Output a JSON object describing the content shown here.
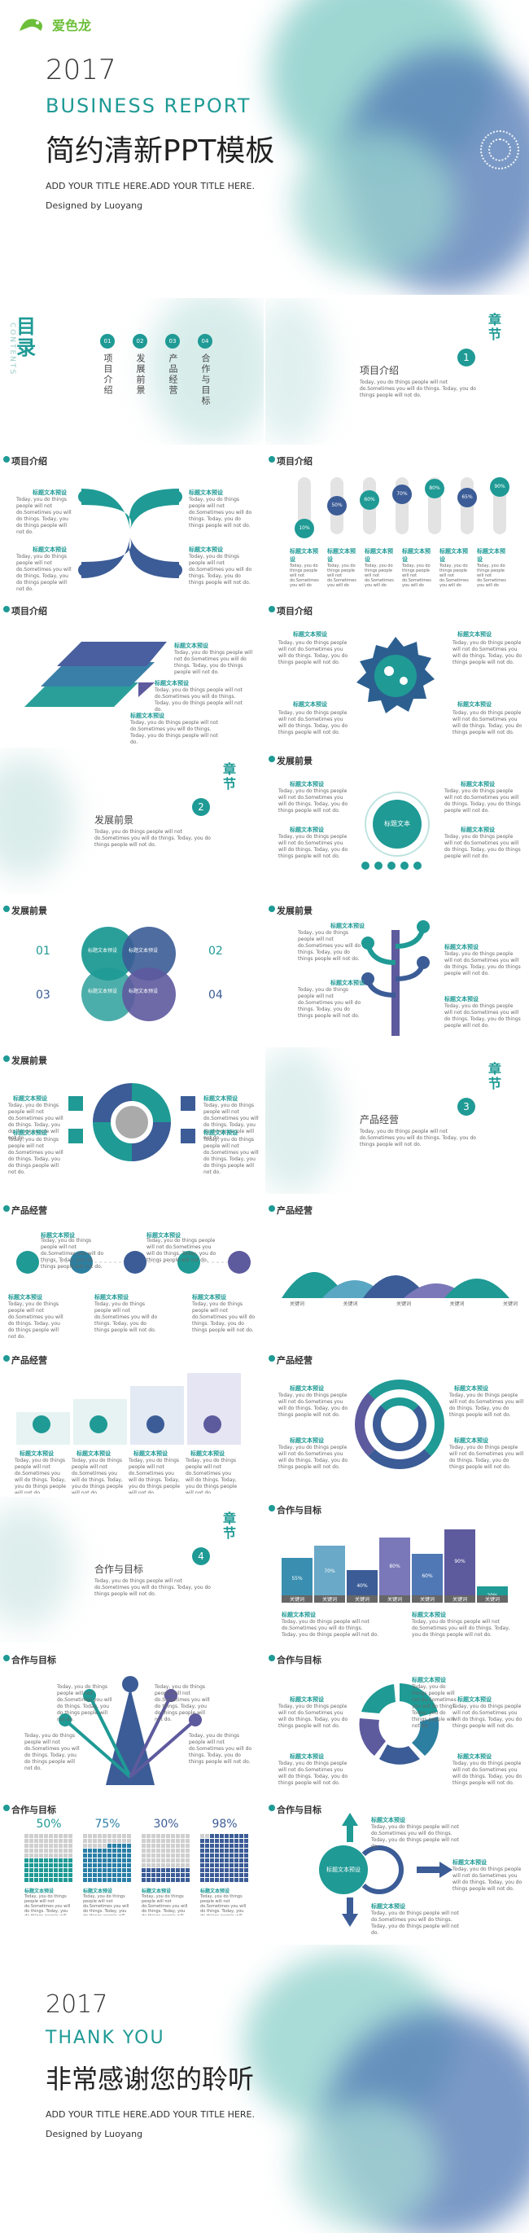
{
  "cover": {
    "logo": "爱色龙",
    "year": "2017",
    "title_en": "BUSINESS REPORT",
    "title_cn": "简约清新PPT模板",
    "subtitle": "ADD YOUR TITLE HERE.ADD YOUR TITLE HERE.",
    "author": "Designed by Luoyang"
  },
  "toc": {
    "title": "目录",
    "title_en": "CONTENTS",
    "items": [
      {
        "num": "01",
        "label": "项目介绍"
      },
      {
        "num": "02",
        "label": "发展前景"
      },
      {
        "num": "03",
        "label": "产品经营"
      },
      {
        "num": "04",
        "label": "合作与目标"
      }
    ]
  },
  "chapter_label": "章节",
  "chapters": [
    {
      "num": "1",
      "title": "项目介绍"
    },
    {
      "num": "2",
      "title": "发展前景"
    },
    {
      "num": "3",
      "title": "产品经营"
    },
    {
      "num": "4",
      "title": "合作与目标"
    }
  ],
  "body_text": "Today, you do things people will not do.Sometimes you will do things. Today, you do things people will not do.",
  "label_text": "标题文本预设",
  "sections": {
    "s1": "项目介绍",
    "s2": "发展前景",
    "s3": "产品经营",
    "s4": "合作与目标"
  },
  "percent_bars": [
    {
      "label": "标题文本",
      "value": 10
    },
    {
      "label": "标题文本",
      "value": 50
    },
    {
      "label": "标题文本",
      "value": 60
    },
    {
      "label": "标题文本",
      "value": 70
    },
    {
      "label": "标题文本",
      "value": 80
    },
    {
      "label": "标题文本",
      "value": 65
    },
    {
      "label": "标题文本",
      "value": 90
    }
  ],
  "percent_labels": [
    "10%",
    "50%",
    "60%",
    "70%",
    "80%",
    "65%",
    "90%"
  ],
  "dev_nums": [
    "01",
    "02",
    "03",
    "04"
  ],
  "key_label": "关键词",
  "merit_label": "标题文本",
  "coop_bars": [
    {
      "value": 55,
      "label": "关键词"
    },
    {
      "value": 70,
      "label": "关键词"
    },
    {
      "value": 40,
      "label": "关键词"
    },
    {
      "value": 80,
      "label": "关键词"
    },
    {
      "value": 60,
      "label": "关键词"
    },
    {
      "value": 90,
      "label": "关键词"
    },
    {
      "value": 20,
      "label": "关键词"
    }
  ],
  "coop_bar_labels": [
    "55%",
    "70%",
    "40%",
    "80%",
    "60%",
    "90%",
    "20%"
  ],
  "waffle": [
    {
      "label": "50%",
      "value": 50
    },
    {
      "label": "75%",
      "value": 75
    },
    {
      "label": "30%",
      "value": 30
    },
    {
      "label": "98%",
      "value": 98
    }
  ],
  "end": {
    "year": "2017",
    "title_en": "THANK YOU",
    "title_cn": "非常感谢您的聆听",
    "subtitle": "ADD YOUR TITLE HERE.ADD YOUR TITLE HERE.",
    "author": "Designed by Luoyang"
  },
  "colors": {
    "teal": "#1f9a95",
    "blue": "#3b5c96",
    "purple": "#5e5a9e"
  }
}
